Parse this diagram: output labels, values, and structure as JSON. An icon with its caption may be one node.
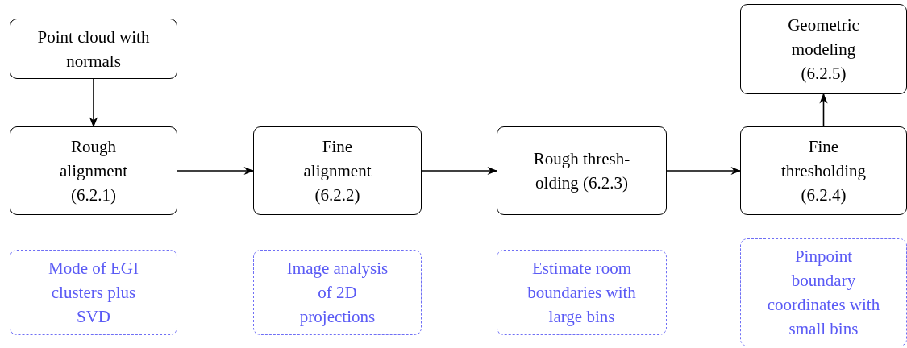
{
  "diagram": {
    "nodes": [
      {
        "text": [
          "Point cloud with normals"
        ]
      },
      {
        "text": [
          "Rough alignment (6.2.1)"
        ]
      },
      {
        "text": [
          "Fine alignment (6.2.2)"
        ]
      },
      {
        "text": [
          "Rough thresh- olding (6.2.3)"
        ]
      },
      {
        "text": [
          "Fine thresholding (6.2.4)"
        ]
      },
      {
        "text": [
          "Geometric modeling (6.2.5)"
        ]
      },
      {
        "text": [
          "Mode of EGI clusters plus SVD"
        ]
      },
      {
        "text": [
          "Image analysis of 2D projections"
        ]
      },
      {
        "text": [
          "Estimate room boundaries with large bins"
        ]
      },
      {
        "text": [
          "Pinpoint boundary coordinates with small bins"
        ]
      }
    ],
    "edges": [
      {
        "from": 0,
        "to": 1,
        "arrow": "to"
      },
      {
        "from": 1,
        "to": 2,
        "arrow": "to"
      },
      {
        "from": 2,
        "to": 3,
        "arrow": "to"
      },
      {
        "from": 3,
        "to": 4,
        "arrow": "to"
      },
      {
        "from": 4,
        "to": 5,
        "arrow": "to"
      }
    ]
  }
}
